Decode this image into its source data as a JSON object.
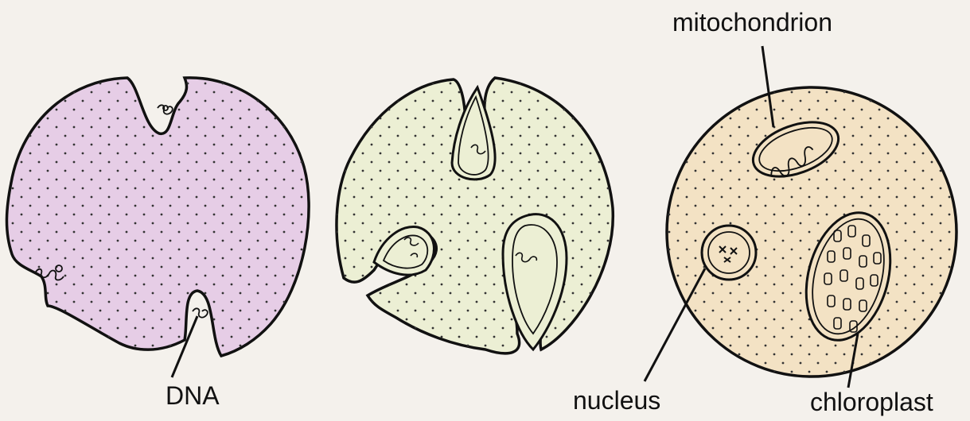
{
  "labels": {
    "dna": "DNA",
    "mitochondrion": "mitochondrion",
    "nucleus": "nucleus",
    "chloroplast": "chloroplast"
  },
  "colors": {
    "background": "#f4f1ec",
    "cell_1_fill": "#e6cde6",
    "cell_2_fill": "#ecefd4",
    "cell_3_fill": "#f3e2c4",
    "outline": "#111111"
  }
}
